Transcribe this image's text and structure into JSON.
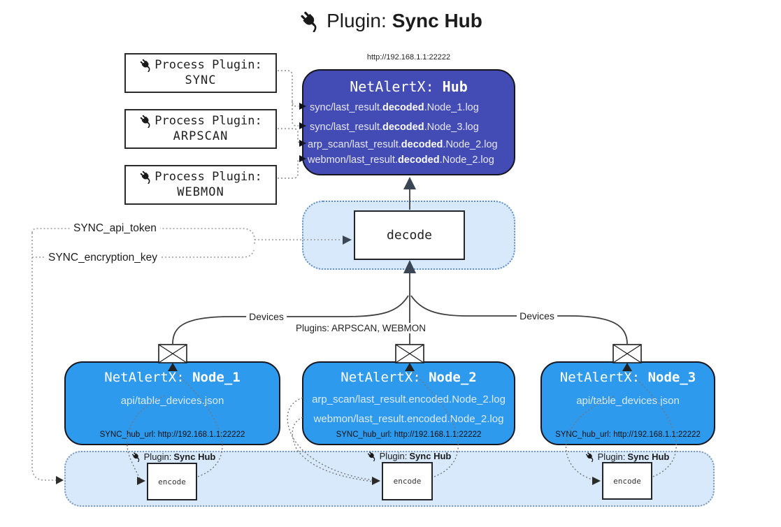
{
  "title": {
    "label": "Plugin:",
    "name": "Sync Hub"
  },
  "process_plugins": {
    "items": [
      {
        "label": "Process Plugin:",
        "name": "SYNC"
      },
      {
        "label": "Process Plugin:",
        "name": "ARPSCAN"
      },
      {
        "label": "Process Plugin:",
        "name": "WEBMON"
      }
    ]
  },
  "hub": {
    "url": "http://192.168.1.1:22222",
    "title": "NetAlertX:",
    "name": "Hub",
    "logs": [
      {
        "pre": "sync/last_result.",
        "bold": "decoded",
        "post": ".Node_1.log"
      },
      {
        "pre": "sync/last_result.",
        "bold": "decoded",
        "post": ".Node_3.log"
      },
      {
        "pre": "arp_scan/last_result.",
        "bold": "decoded",
        "post": ".Node_2.log"
      },
      {
        "pre": "webmon/last_result.",
        "bold": "decoded",
        "post": ".Node_2.log"
      }
    ]
  },
  "decoder": {
    "box_label": "decode"
  },
  "settings": {
    "api_token_label": "SYNC_api_token",
    "encryption_key_label": "SYNC_encryption_key"
  },
  "edge_labels": {
    "devices_left": "Devices",
    "plugins_center": "Plugins: ARPSCAN, WEBMON",
    "devices_right": "Devices"
  },
  "nodes": [
    {
      "title": "NetAlertX:",
      "name": "Node_1",
      "files": [
        "api/table_devices.json"
      ],
      "hub_url": "SYNC_hub_url: http://192.168.1.1:22222"
    },
    {
      "title": "NetAlertX:",
      "name": "Node_2",
      "files": [
        "arp_scan/last_result.encoded.Node_2.log",
        "webmon/last_result.encoded.Node_2.log"
      ],
      "hub_url": "SYNC_hub_url: http://192.168.1.1:22222"
    },
    {
      "title": "NetAlertX:",
      "name": "Node_3",
      "files": [
        "api/table_devices.json"
      ],
      "hub_url": "SYNC_hub_url: http://192.168.1.1:22222"
    }
  ],
  "encoders": [
    {
      "label": "Plugin:",
      "name": "Sync Hub",
      "box_label": "encode"
    },
    {
      "label": "Plugin:",
      "name": "Sync Hub",
      "box_label": "encode"
    },
    {
      "label": "Plugin:",
      "name": "Sync Hub",
      "box_label": "encode"
    }
  ],
  "colors": {
    "hub_fill": "#434BB4",
    "node_fill": "#2E9AEE",
    "panel_fill": "#D7E9FB"
  }
}
